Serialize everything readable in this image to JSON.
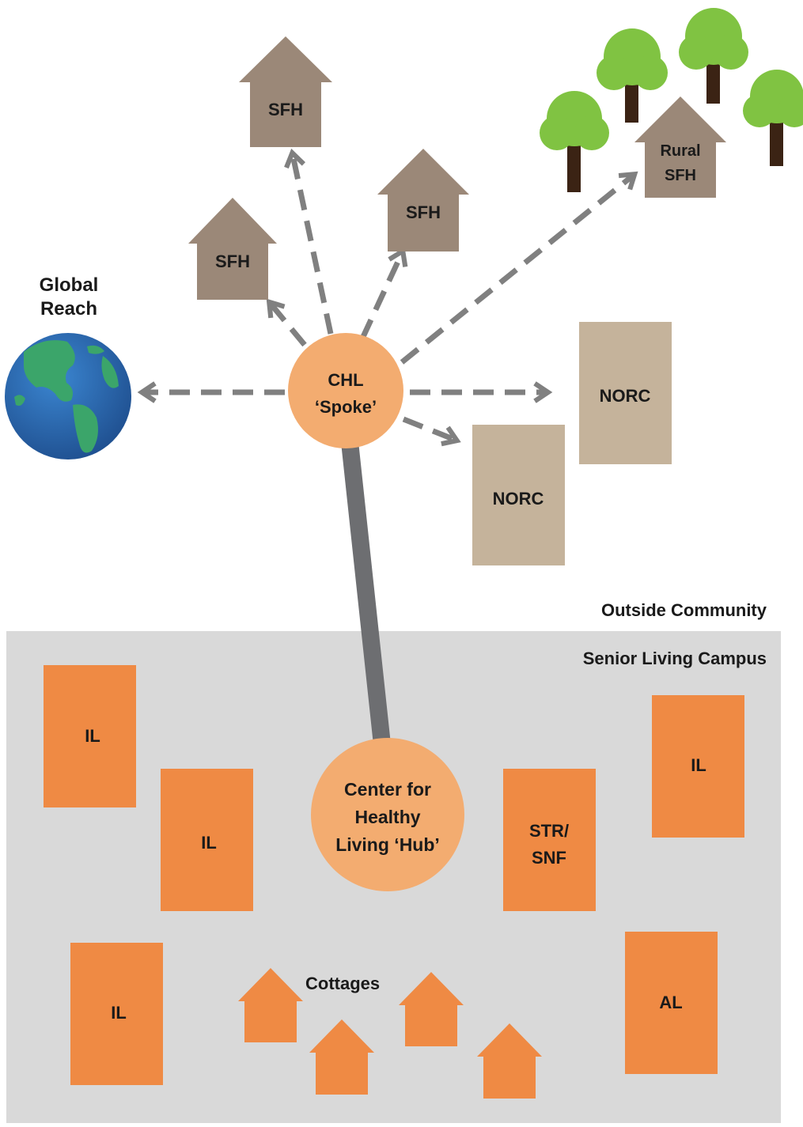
{
  "labels": {
    "global_reach": [
      "Global",
      "Reach"
    ],
    "outside_community": "Outside Community",
    "senior_living_campus": "Senior Living Campus",
    "cottages": "Cottages"
  },
  "spoke": {
    "lines": [
      "CHL",
      "‘Spoke’"
    ]
  },
  "hub": {
    "lines": [
      "Center for",
      "Healthy",
      "Living ‘Hub’"
    ]
  },
  "houses": {
    "sfh_top": "SFH",
    "sfh_mid": "SFH",
    "sfh_left": "SFH",
    "rural_sfh": [
      "Rural",
      "SFH"
    ]
  },
  "norc": {
    "upper": "NORC",
    "lower": "NORC"
  },
  "campus_buildings": {
    "il_top_left": "IL",
    "il_mid_left": "IL",
    "il_bottom_left": "IL",
    "il_right": "IL",
    "str_snf": [
      "STR/",
      "SNF"
    ],
    "al": "AL"
  },
  "colors": {
    "campus_bg": "#d9d9d9",
    "house_brown": "#9b8878",
    "norc_tan": "#c5b39b",
    "campus_orange": "#ef8a44",
    "circle_peach": "#f3ac70",
    "arrow_gray": "#808080",
    "connector_gray": "#6d6e71",
    "tree_green": "#80c342",
    "tree_trunk": "#3b2314",
    "globe_ocean": "#2a6db5",
    "globe_land": "#3ba56a"
  }
}
